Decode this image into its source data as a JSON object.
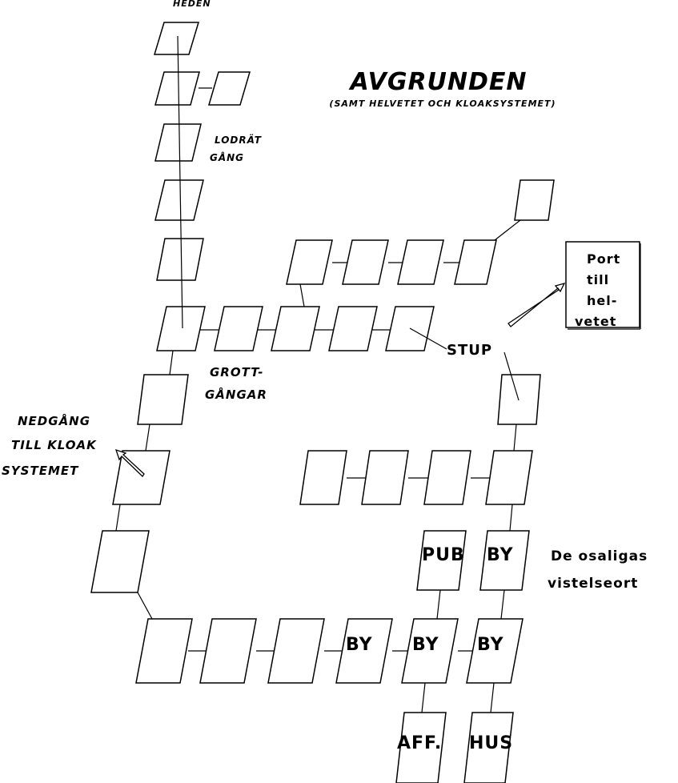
{
  "title": "AVGRUNDEN",
  "subtitle": "(SAMT HELVETET OCH KLOAKSYSTEMET)",
  "labels": {
    "heden": "HEDEN",
    "lodrat_1": "LODRÄT",
    "lodrat_2": "GÅNG",
    "grott_1": "GROTT-",
    "grott_2": "GÅNGAR",
    "nedgang_1": "NEDGÅNG",
    "nedgang_2": "TILL KLOAK",
    "nedgang_3": "SYSTEMET",
    "stup": "STUP",
    "port_1": "Port",
    "port_2": "till",
    "port_3": "hel-",
    "port_4": "vetet",
    "osaligas_1": "De osaligas",
    "osaligas_2": "vistelseort"
  },
  "rooms": {
    "pub": "PUB",
    "by_upper": "BY",
    "by_1": "BY",
    "by_2": "BY",
    "by_3": "BY",
    "aff": "AFF.",
    "hus": "HUS"
  }
}
